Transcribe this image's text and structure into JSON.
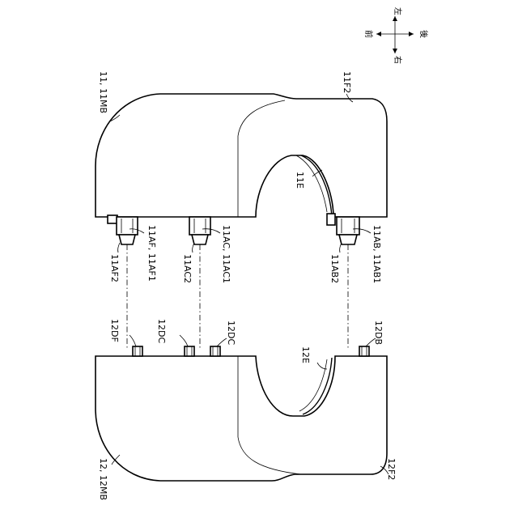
{
  "figure": {
    "direction_indicator": {
      "front": "前",
      "rear": "後",
      "left": "左",
      "right": "右"
    },
    "upper_part": {
      "labels": {
        "main": "11, 11MB",
        "corner": "11F2",
        "edge": "11E",
        "pin_b": "11AB, 11AB1",
        "pin_b_tip": "11AB2",
        "pin_c": "11AC, 11AC1",
        "pin_c_tip": "11AC2",
        "pin_f": "11AF, 11AF1",
        "pin_f_tip": "11AF2"
      }
    },
    "lower_part": {
      "labels": {
        "main": "12, 12MB",
        "corner": "12F2",
        "edge": "12E",
        "socket_b": "12DB",
        "socket_c1": "12DC",
        "socket_c2": "12DC",
        "socket_f": "12DF"
      }
    }
  }
}
